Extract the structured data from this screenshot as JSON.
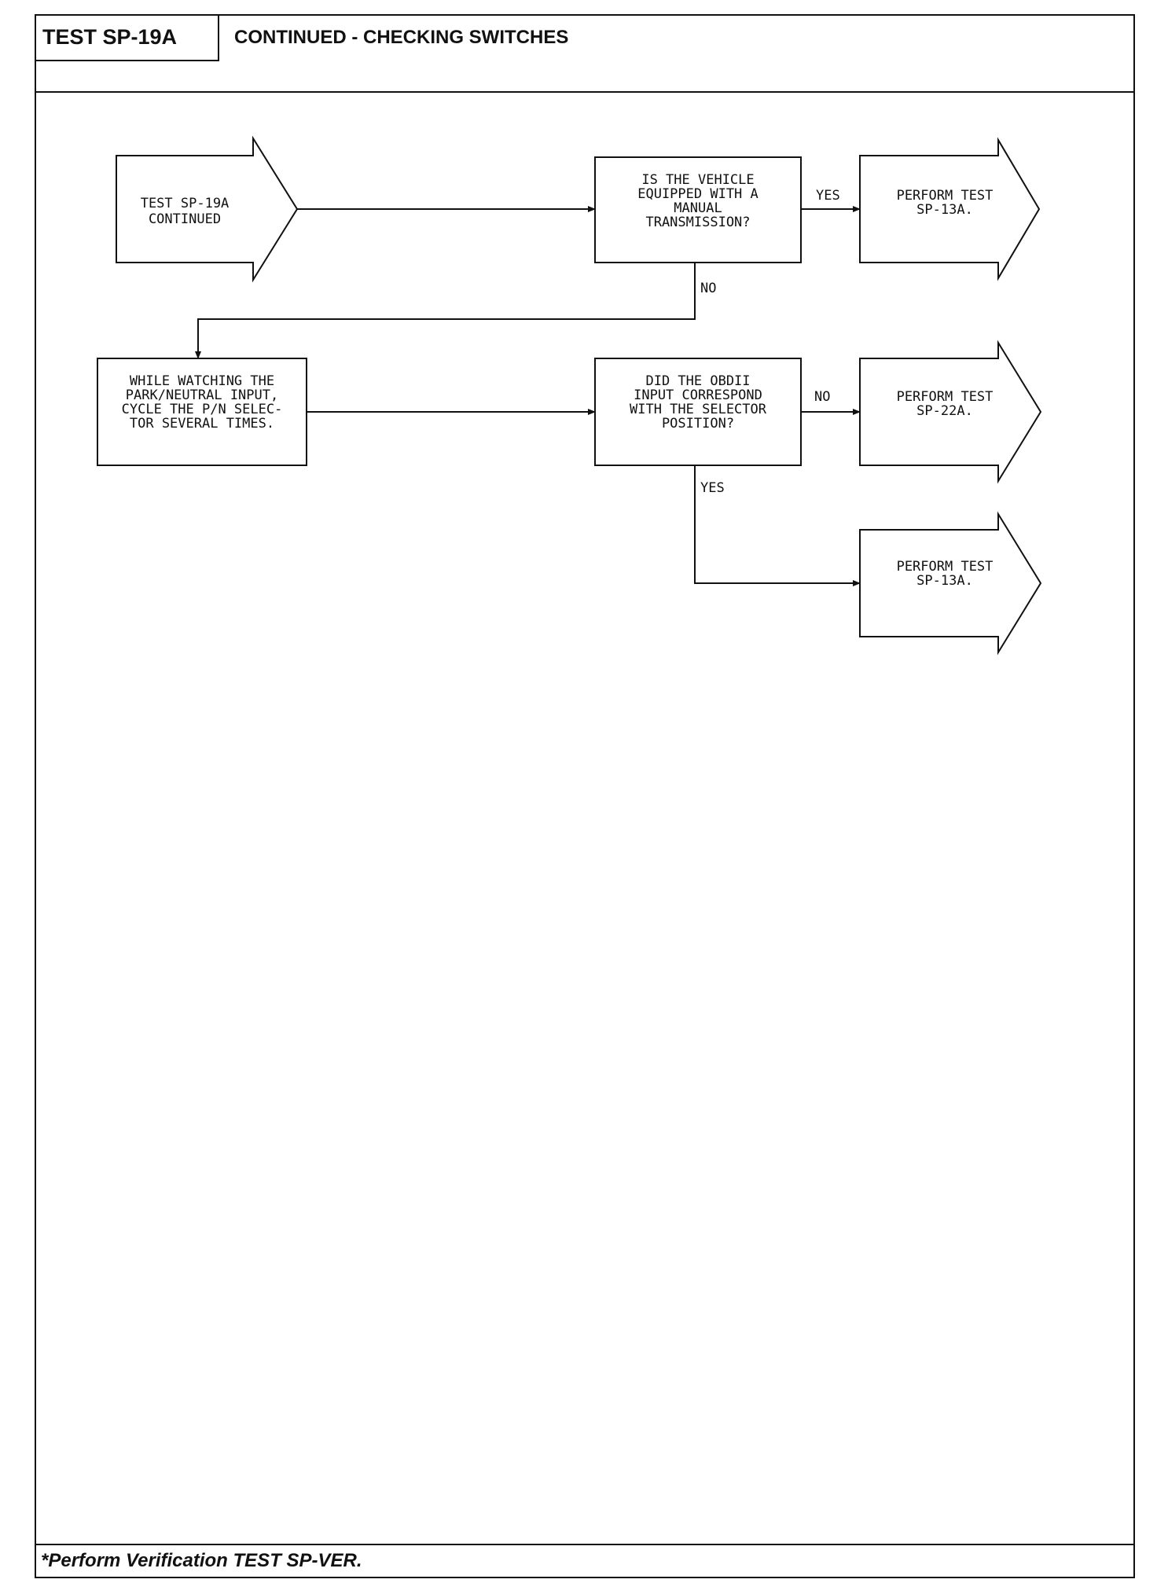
{
  "header": {
    "test_id": "TEST SP-19A",
    "title": "CONTINUED - CHECKING SWITCHES"
  },
  "footer": {
    "note": "*Perform Verification TEST SP-VER."
  },
  "flowchart": {
    "start": {
      "lines": [
        "TEST SP-19A",
        "CONTINUED"
      ]
    },
    "q1": {
      "lines": [
        "IS THE VEHICLE",
        "EQUIPPED WITH A",
        "MANUAL",
        "TRANSMISSION?"
      ]
    },
    "r1": {
      "lines": [
        "PERFORM TEST",
        "SP-13A."
      ]
    },
    "action": {
      "lines": [
        "WHILE WATCHING THE",
        "PARK/NEUTRAL INPUT,",
        "CYCLE THE P/N SELEC-",
        "TOR SEVERAL TIMES."
      ]
    },
    "q2": {
      "lines": [
        "DID THE OBDII",
        "INPUT CORRESPOND",
        "WITH THE SELECTOR",
        "POSITION?"
      ]
    },
    "r2": {
      "lines": [
        "PERFORM TEST",
        "SP-22A."
      ]
    },
    "r3": {
      "lines": [
        "PERFORM TEST",
        "SP-13A."
      ]
    },
    "labels": {
      "q1_yes": "YES",
      "q1_no": "NO",
      "q2_no": "NO",
      "q2_yes": "YES"
    }
  }
}
